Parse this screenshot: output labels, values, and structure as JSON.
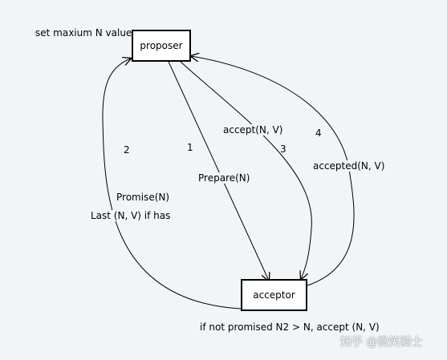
{
  "nodes": {
    "proposer": "proposer",
    "acceptor": "acceptor"
  },
  "notes": {
    "proposer_note": "set maxium N value",
    "acceptor_note": "if not promised N2 > N, accept (N, V)"
  },
  "edges": {
    "prepare": {
      "step": "1",
      "label": "Prepare(N)"
    },
    "promise": {
      "step": "2",
      "label": "Promise(N)",
      "label2": "Last (N, V) if has"
    },
    "accept": {
      "step": "3",
      "label": "accept(N, V)"
    },
    "accepted": {
      "step": "4",
      "label": "accepted(N, V)"
    }
  },
  "watermark": "知乎 @微笑骑士"
}
